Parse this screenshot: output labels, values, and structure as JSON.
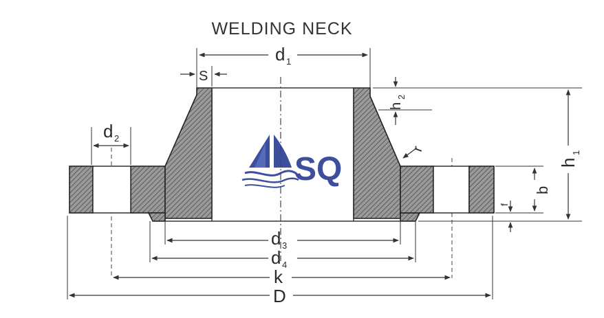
{
  "title": "WELDING NECK",
  "labels": {
    "d1": "d",
    "d1_sub": "1",
    "s": "S",
    "d2": "d",
    "d2_sub": "2",
    "h2": "h",
    "h2_sub": "2",
    "h1": "h",
    "h1_sub": "1",
    "r": "r",
    "b": "b",
    "f": "f",
    "d3": "d",
    "d3_sub": "3",
    "d4": "d",
    "d4_sub": "4",
    "k": "k",
    "D": "D"
  },
  "logo": {
    "text": "SQ",
    "icon": "sailboat-icon",
    "color": "#2d3f95"
  }
}
